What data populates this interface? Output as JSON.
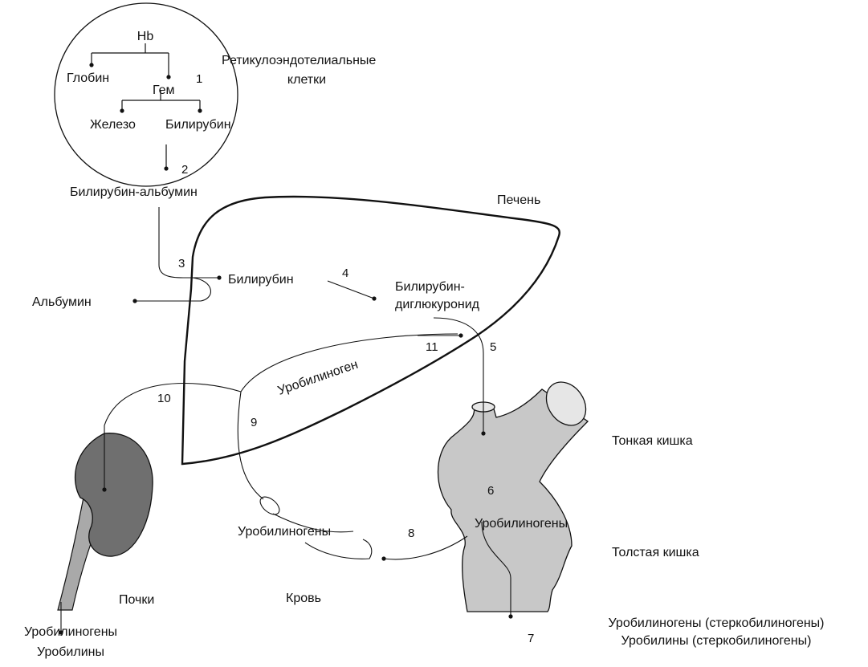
{
  "colors": {
    "organ_fill": "#c8c8c8",
    "kidney_fill": "#6f6f6f",
    "ureter_fill": "#a9a9a9",
    "line": "#111111"
  },
  "labels": {
    "hb": "Hb",
    "globin": "Глобин",
    "gem": "Гем",
    "iron": "Железо",
    "bilirubin_top": "Билирубин",
    "reticulo_1": "Ретикулоэндотелиальные",
    "reticulo_2": "клетки",
    "bilirubin_albumin": "Билирубин-альбумин",
    "liver": "Печень",
    "bilirubin": "Билирубин",
    "albumin": "Альбумин",
    "bdg_1": "Билирубин-",
    "bdg_2": "диглюкуронид",
    "urobilinogen": "Уробилиноген",
    "small_intestine": "Тонкая кишка",
    "large_intestine": "Толстая кишка",
    "urobilinogens_gut": "Уробилиногены",
    "urobilinogens_blood": "Уробилиногены",
    "blood": "Кровь",
    "kidneys": "Почки",
    "kidney_out_1": "Уробилиногены",
    "kidney_out_2": "Уробилины",
    "stool_out_1": "Уробилиногены (стеркобилиногены)",
    "stool_out_2": "Уробилины (стеркобилиногены)"
  },
  "steps": [
    "1",
    "2",
    "3",
    "4",
    "5",
    "6",
    "7",
    "8",
    "9",
    "10",
    "11"
  ]
}
